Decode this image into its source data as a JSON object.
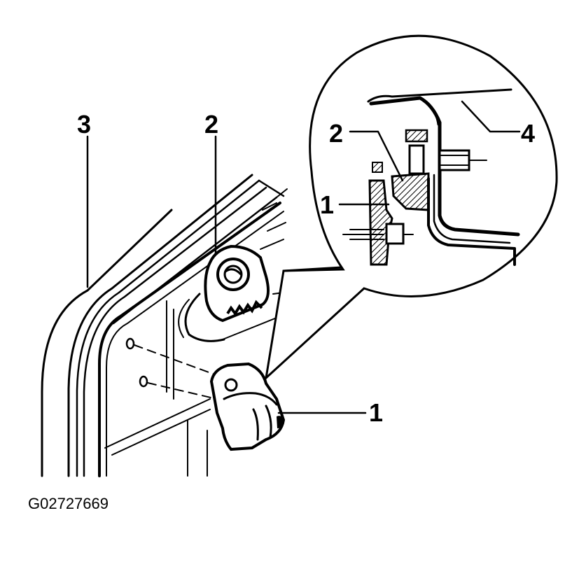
{
  "callouts": {
    "label_3": "3",
    "label_2_main": "2",
    "label_1_main": "1",
    "label_2_detail": "2",
    "label_1_detail": "1",
    "label_4_detail": "4"
  },
  "figure_id": "G02727669"
}
